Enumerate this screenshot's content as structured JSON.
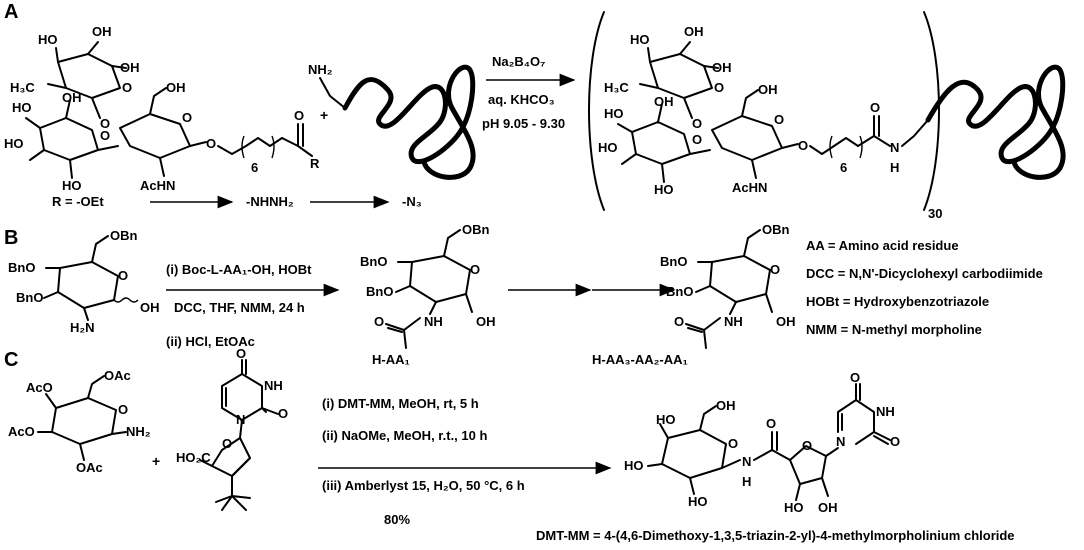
{
  "panels": {
    "A": {
      "label": "A",
      "reagents": [
        "Na₂B₄O₇",
        "aq. KHCO₃",
        "pH 9.05 - 9.30"
      ],
      "r_sequence": [
        "R = -OEt",
        "-NHNH₂",
        "-N₃"
      ],
      "repeat_count": "30",
      "atoms": {
        "ho": "HO",
        "oh": "OH",
        "ch3": "H₃C",
        "acnh": "AcHN",
        "o": "O",
        "nh2": "NH₂",
        "n": "N",
        "h": "H",
        "r": "R",
        "plus": "+",
        "six": "6"
      }
    },
    "B": {
      "label": "B",
      "step1": "(i) Boc-L-AA₁-OH, HOBt",
      "step1b": "DCC, THF, NMM, 24 h",
      "step2": "(ii) HCl, EtOAc",
      "atoms": {
        "obn": "OBn",
        "bno": "BnO",
        "h2n": "H₂N",
        "oh": "OH",
        "nh": "NH",
        "o": "O",
        "haa1": "H-AA₁",
        "haa321": "H-AA₃-AA₂-AA₁"
      },
      "legend": [
        "AA = Amino acid residue",
        "DCC = N,N'-Dicyclohexyl carbodiimide",
        "HOBt = Hydroxybenzotriazole",
        "NMM = N-methyl morpholine"
      ]
    },
    "C": {
      "label": "C",
      "steps": [
        "(i) DMT-MM, MeOH, rt, 5 h",
        "(ii) NaOMe, MeOH, r.t., 10 h",
        "(iii) Amberlyst 15, H₂O, 50 °C, 6 h"
      ],
      "yield": "80%",
      "footnote": "DMT-MM = 4-(4,6-Dimethoxy-1,3,5-triazin-2-yl)-4-methylmorpholinium chloride",
      "atoms": {
        "aco": "AcO",
        "oac": "OAc",
        "nh2": "NH₂",
        "o": "O",
        "plus": "+",
        "ho2c": "HO₂C",
        "nh": "NH",
        "n": "N",
        "h": "H",
        "ho": "HO",
        "oh": "OH"
      }
    }
  }
}
